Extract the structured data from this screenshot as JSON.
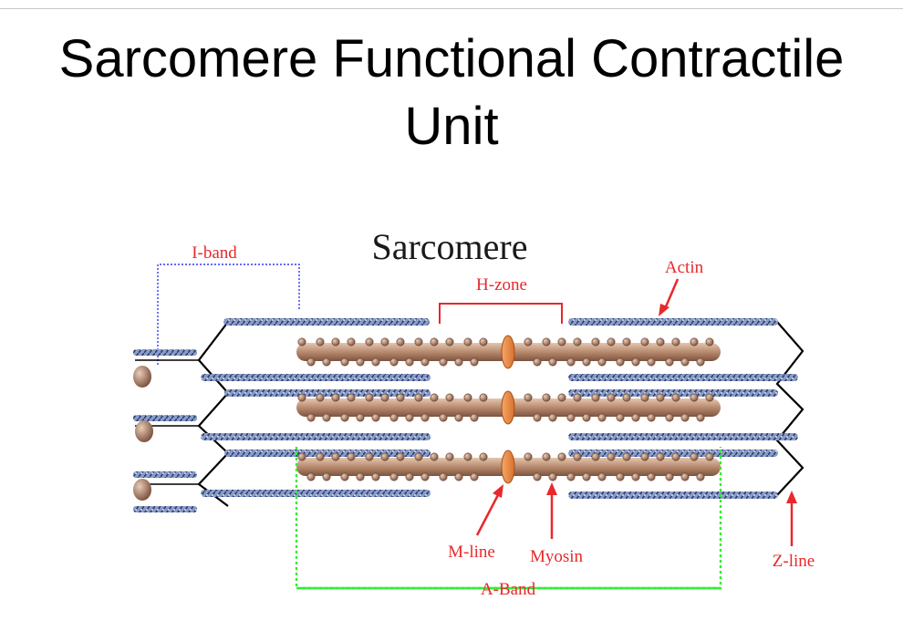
{
  "slide": {
    "title_line1": "Sarcomere Functional Contractile",
    "title_line2": "Unit"
  },
  "diagram": {
    "heading": "Sarcomere",
    "labels": {
      "i_band": "I-band",
      "h_zone": "H-zone",
      "actin": "Actin",
      "m_line": "M-line",
      "myosin": "Myosin",
      "z_line": "Z-line",
      "a_band": "A-Band"
    },
    "colors": {
      "label_red": "#e8282c",
      "i_band_bracket": "#3535ff",
      "a_band_bracket": "#33ee33",
      "actin_filament": "#5a6e9c",
      "myosin_filament": "#b08870",
      "m_line_disc": "#e88840",
      "z_line": "#000000"
    },
    "myosin_rows": 3
  }
}
